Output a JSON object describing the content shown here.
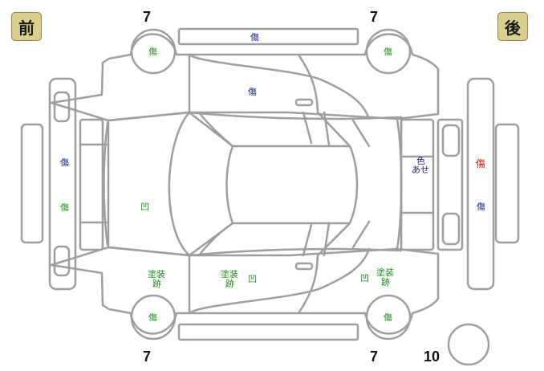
{
  "badges": {
    "front": "前",
    "rear": "後"
  },
  "tire_scores": {
    "front_left": "7",
    "rear_left": "7",
    "front_right": "7",
    "rear_right": "7",
    "spare": "10"
  },
  "marks": {
    "roof_strip": "傷",
    "tire_fl": "傷",
    "tire_rl": "傷",
    "tire_fr": "傷",
    "tire_rr": "傷",
    "upper_door": "傷",
    "front_bumper_upper": "傷",
    "front_bumper_lower": "傷",
    "hood": "凹",
    "rear_panel_1": "色",
    "rear_panel_2": "あせ",
    "rear_bumper_upper": "傷",
    "rear_bumper_lower": "傷",
    "front_fender_lower_1": "塗装",
    "front_fender_lower_2": "跡",
    "front_door_lower_1": "塗装",
    "front_door_lower_2": "跡",
    "front_door_lower_dent": "凹",
    "rear_door_lower_dent": "凹",
    "rear_door_lower_1": "塗装",
    "rear_door_lower_2": "跡"
  },
  "colors": {
    "line": "#9e9e9e",
    "navy": "#1a237e",
    "green": "#1e8b1e",
    "red": "#e01010",
    "badge": "#d9cf8f"
  }
}
